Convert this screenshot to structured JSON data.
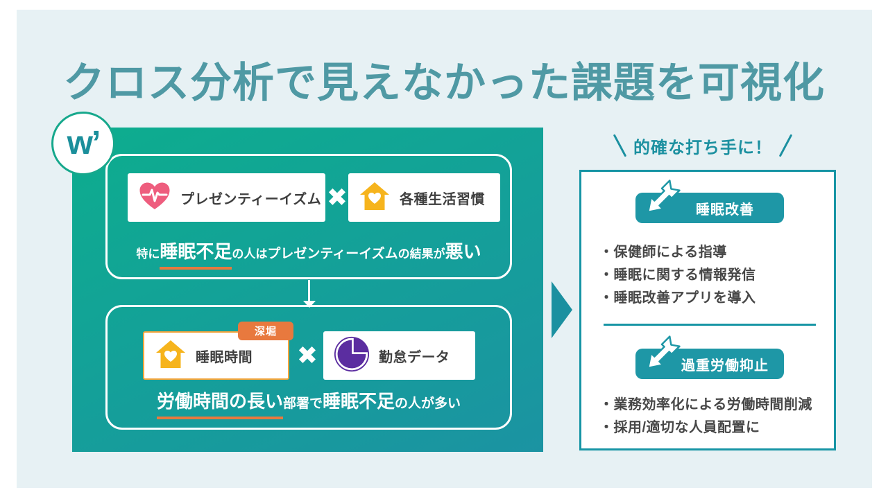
{
  "title": "クロス分析で見えなかった課題を可視化",
  "logo_text": "w’",
  "colors": {
    "background_light_blue": "#e7f1f4",
    "title_teal": "#4f99a4",
    "panel_gradient_top": "#0dad8e",
    "panel_gradient_bottom": "#1b93a2",
    "accent_teal": "#1e97a6",
    "accent_orange": "#e8793e",
    "heart_pink": "#ee5d7e",
    "house_yellow": "#f6b41d",
    "pie_purple": "#5b2da0",
    "text_dark": "#3f3f3f"
  },
  "analysis_panel": {
    "step1": {
      "left_card": "プレゼンティーイズム",
      "cross": "✖",
      "right_card": "各種生活習慣",
      "caption": {
        "p1": "特に",
        "p2": "睡眠不足",
        "p3": "の人は",
        "p4": "プレゼンティーイズム",
        "p5": "の結果が",
        "p6": "悪い"
      }
    },
    "step2": {
      "left_card": "睡眠時間",
      "tag": "深堀",
      "cross": "✖",
      "right_card": "勤怠データ",
      "caption": {
        "p1": "労働時間の長い",
        "p2": "部署で",
        "p3": "睡眠不足",
        "p4": "の人が多い"
      }
    }
  },
  "action_note": "的確な打ち手に！",
  "solution_box": {
    "sections": [
      {
        "badge": "睡眠改善",
        "items": [
          "・保健師による指導",
          "・睡眠に関する情報発信",
          "・睡眠改善アプリを導入"
        ]
      },
      {
        "badge": "過重労働抑止",
        "items": [
          "・業務効率化による労働時間削減",
          "・採用/適切な人員配置に"
        ]
      }
    ]
  }
}
